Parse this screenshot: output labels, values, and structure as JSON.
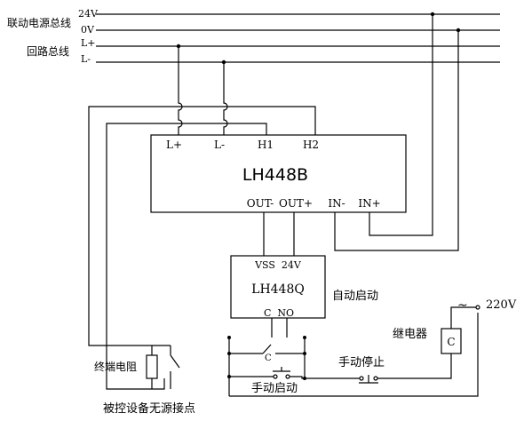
{
  "buses": {
    "linkage_power_label": "联动电源总线",
    "loop_bus_label": "回路总线",
    "v24": "24V",
    "v0": "0V",
    "lplus": "L+",
    "lminus": "L-"
  },
  "module_main": {
    "name": "LH448B",
    "terminals": [
      "L+",
      "L-",
      "H1",
      "H2"
    ],
    "outputs": [
      "OUT-",
      "OUT+",
      "IN-",
      "IN+"
    ]
  },
  "module_relay": {
    "name": "LH448Q",
    "supply": "VSS  24V",
    "contacts": "C  NO",
    "note": "自动启动"
  },
  "mains": {
    "tilde": "~",
    "voltage": "220V"
  },
  "relay": {
    "label": "继电器",
    "coil": "C"
  },
  "switches": {
    "contact_c": "C",
    "manual_stop": "手动停止",
    "manual_start": "手动启动"
  },
  "field": {
    "eol_resistor": "终端电阻",
    "passive_contact": "被控设备无源接点"
  }
}
